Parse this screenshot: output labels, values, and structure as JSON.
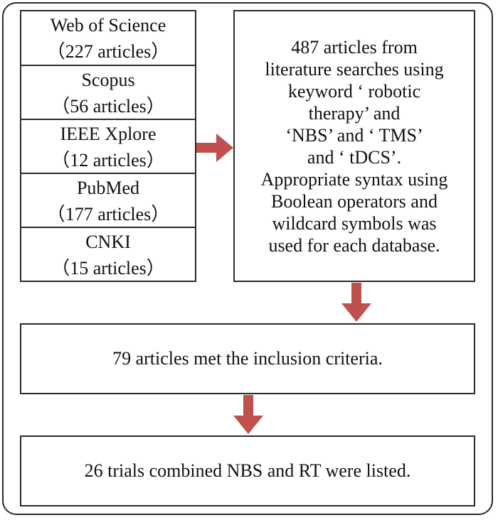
{
  "databases": [
    {
      "name": "Web of Science",
      "count": "（227 articles）"
    },
    {
      "name": "Scopus",
      "count": "（56 articles）"
    },
    {
      "name": "IEEE Xplore",
      "count": "（12 articles）"
    },
    {
      "name": "PubMed",
      "count": "（177 articles）"
    },
    {
      "name": "CNKI",
      "count": "（15 articles）"
    }
  ],
  "search_box": {
    "lines": [
      "487 articles from",
      "literature searches using",
      "keyword ‘ robotic",
      "therapy’ and",
      "‘NBS’ and ‘ TMS’",
      "and ‘ tDCS’.",
      "Appropriate syntax using",
      "Boolean operators and",
      "wildcard symbols was",
      "used for each database."
    ]
  },
  "inclusion_box": {
    "text": "79 articles met the inclusion criteria."
  },
  "result_box": {
    "text": "26 trials combined NBS and RT were listed."
  },
  "colors": {
    "arrow": "#c0504d",
    "border": "#2b2b2b"
  }
}
